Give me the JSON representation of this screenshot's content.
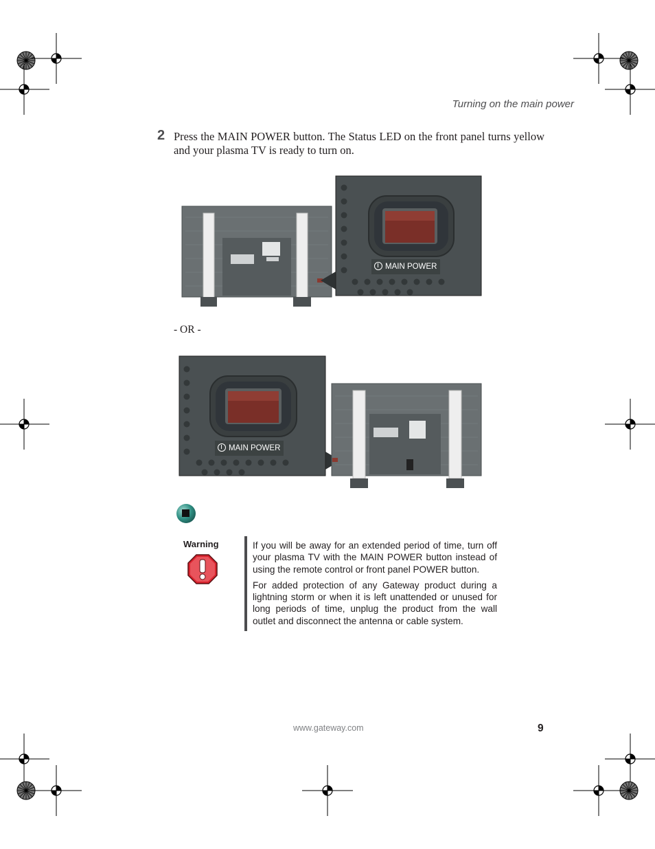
{
  "header": {
    "running_title": "Turning on the main power"
  },
  "step": {
    "number": "2",
    "text": "Press the MAIN POWER button. The Status LED on the front panel turns yellow and your plasma TV is ready to turn on."
  },
  "figures": {
    "top_label": "MAIN POWER",
    "separator": "- OR -",
    "bottom_label": "MAIN POWER"
  },
  "warning": {
    "label": "Warning",
    "icon": "stop-sign-exclamation-icon",
    "paragraphs": [
      "If you will be away for an extended period of time, turn off your plasma TV with the MAIN POWER button instead of using the remote control or front panel POWER button.",
      "For added protection of any Gateway product during a lightning storm or when it is left unattended or unused for long periods of time, unplug the product from the wall outlet and disconnect the antenna or cable system."
    ]
  },
  "footer": {
    "url": "www.gateway.com",
    "page_number": "9"
  },
  "colors": {
    "warning_red": "#d9232e",
    "panel_gray": "#3e4444",
    "switch_red": "#7a2f28",
    "tv_gray": "#5f6567"
  }
}
